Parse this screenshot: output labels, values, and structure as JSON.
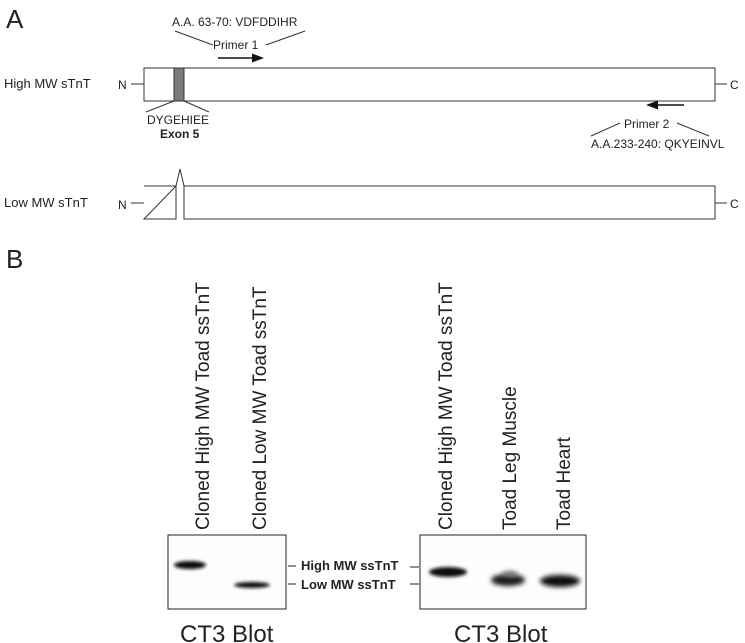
{
  "panel_a": {
    "label": "A",
    "high_row_label": "High MW sTnT",
    "low_row_label": "Low MW sTnT",
    "n_terminus": "N",
    "c_terminus": "C",
    "primer1": {
      "aa_label": "A.A. 63-70: VDFDDIHR",
      "name": "Primer 1"
    },
    "primer2": {
      "aa_label": "A.A.233-240: QKYEINVL",
      "name": "Primer 2"
    },
    "exon5": {
      "sequence": "DYGEHIEE",
      "name": "Exon 5"
    }
  },
  "panel_b": {
    "label": "B",
    "blot_left": {
      "lanes": [
        "Cloned High MW  Toad ssTnT",
        "Cloned Low MW  Toad ssTnT"
      ],
      "caption": "CT3 Blot"
    },
    "band_labels": {
      "high": "High MW ssTnT",
      "low": "Low MW ssTnT"
    },
    "blot_right": {
      "lanes": [
        "Cloned High MW  Toad ssTnT",
        "Toad  Leg Muscle",
        "Toad Heart"
      ],
      "caption": "CT3 Blot"
    }
  },
  "colors": {
    "exon_fill": "#7a7a7a",
    "band": "#111111",
    "outline": "#333333"
  }
}
